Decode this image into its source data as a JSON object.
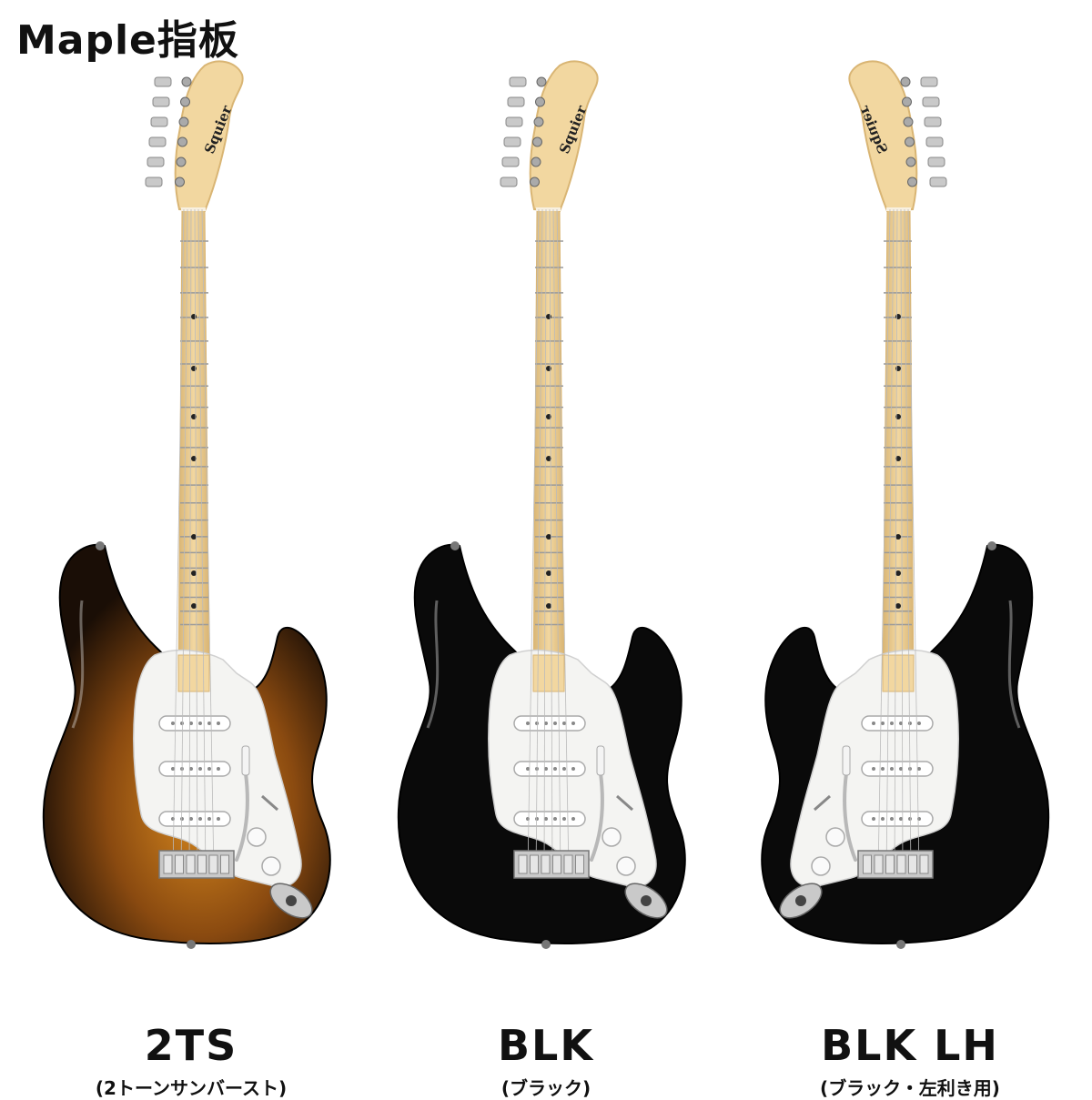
{
  "heading": "Maple指板",
  "guitars": [
    {
      "code": "2TS",
      "name": "(2トーンサンバースト)",
      "finish": "sunburst",
      "body_color": "#1a0e06",
      "burst_center": "#d98a1e",
      "left_handed": false
    },
    {
      "code": "BLK",
      "name": "(ブラック)",
      "finish": "black",
      "body_color": "#0a0a0a",
      "left_handed": false
    },
    {
      "code": "BLK LH",
      "name": "(ブラック・左利き用)",
      "finish": "black",
      "body_color": "#0a0a0a",
      "left_handed": true
    }
  ],
  "colors": {
    "maple": "#f2d7a0",
    "maple_dark": "#d9b574",
    "pickguard": "#f4f4f2",
    "chrome": "#c9c9c9"
  },
  "headstock_logo": "Squier"
}
